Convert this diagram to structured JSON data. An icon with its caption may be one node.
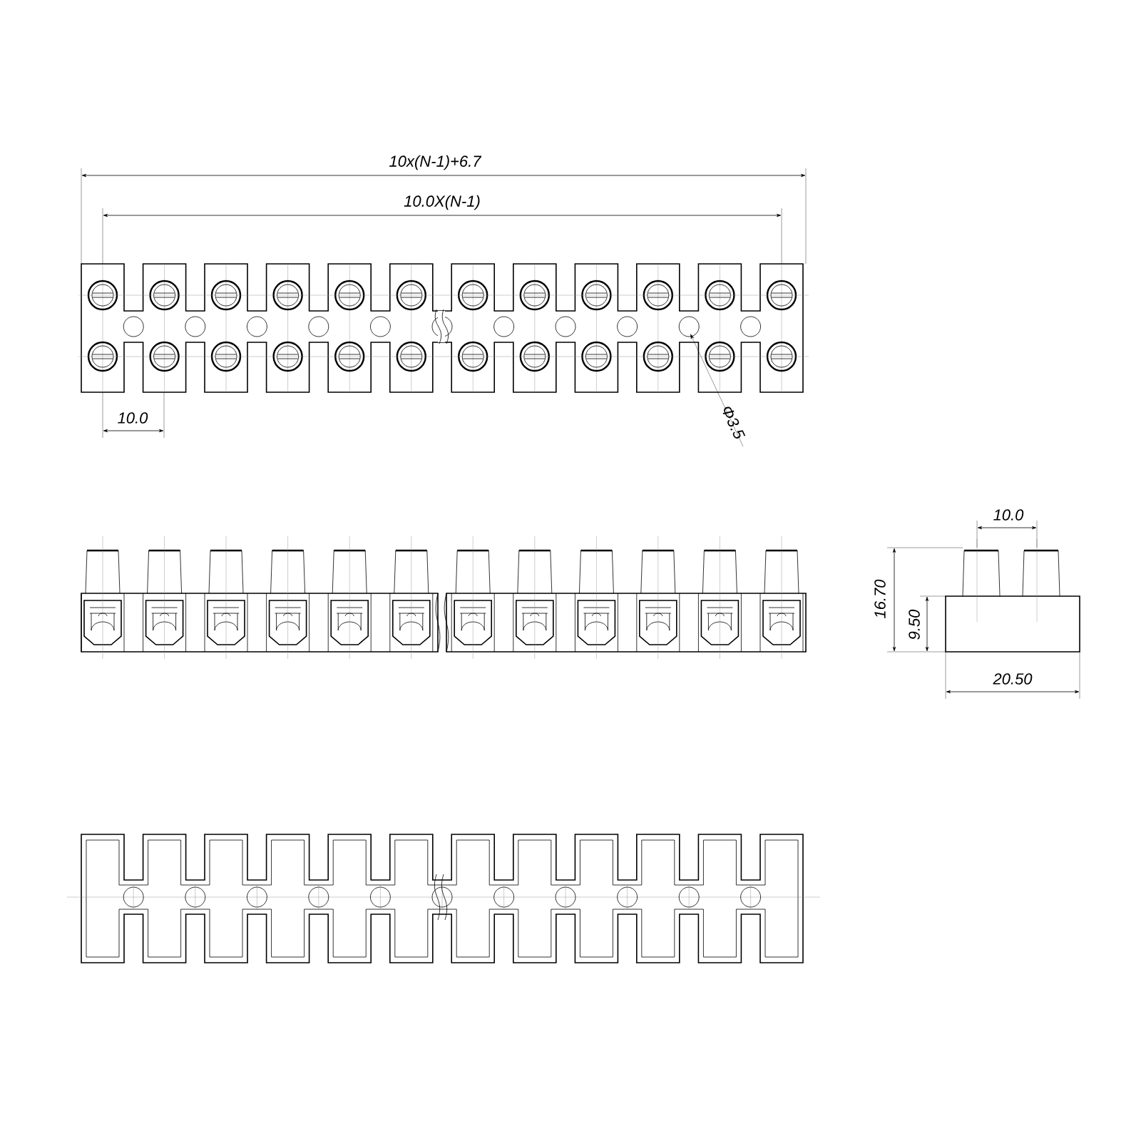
{
  "diagram": {
    "labels": [
      "10x(N-1)+6.7",
      "10.0X(N-1)",
      "10.0",
      "Φ3.5",
      "10.0",
      "16.70",
      "9.50",
      "20.50"
    ]
  }
}
